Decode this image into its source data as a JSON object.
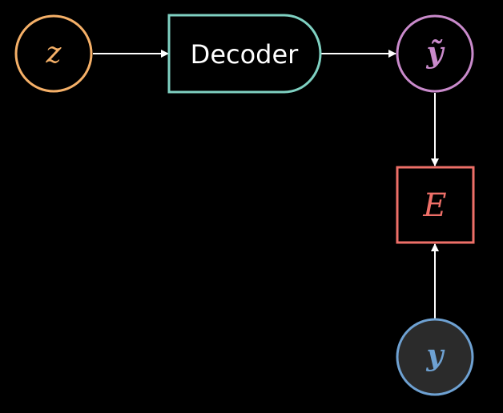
{
  "diagram": {
    "nodes": {
      "z": {
        "label": "z",
        "color": "#f5b068"
      },
      "decoder": {
        "label": "Decoder",
        "color": "#7fd1c2"
      },
      "y_tilde": {
        "label": "ỹ",
        "color": "#c98acb"
      },
      "energy": {
        "label": "E",
        "color": "#ee6f68"
      },
      "y": {
        "label": "y",
        "color": "#6ea1d2",
        "fill": "#2b2b2b"
      }
    },
    "edges": [
      {
        "from": "z",
        "to": "decoder"
      },
      {
        "from": "decoder",
        "to": "y_tilde"
      },
      {
        "from": "y_tilde",
        "to": "energy"
      },
      {
        "from": "y",
        "to": "energy"
      }
    ],
    "edge_color": "#ffffff"
  }
}
